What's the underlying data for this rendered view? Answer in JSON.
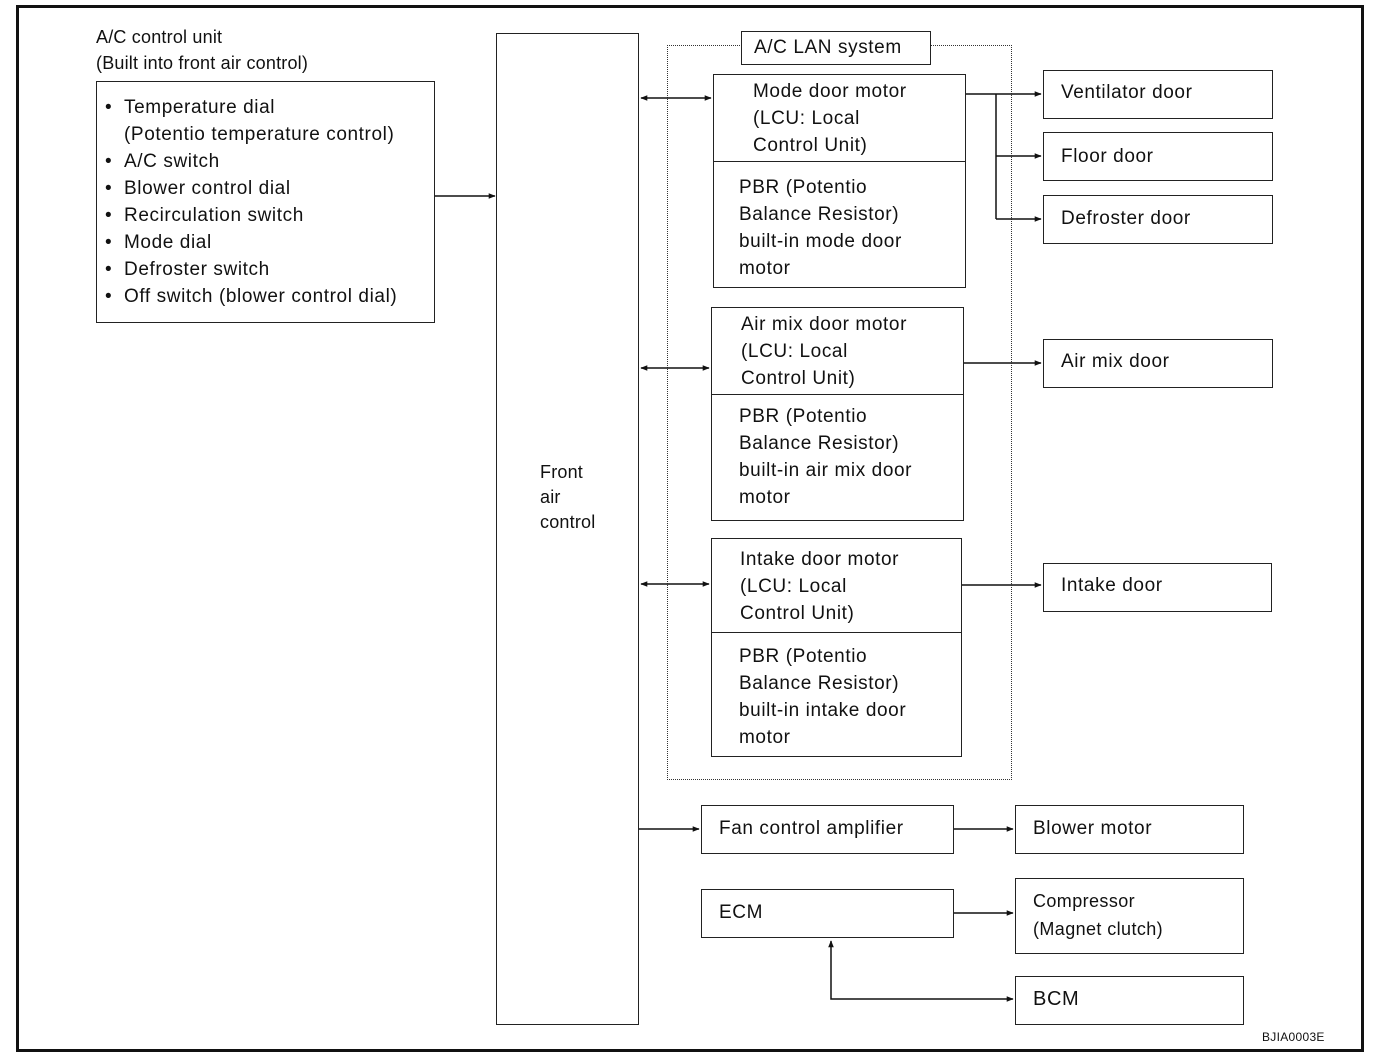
{
  "ac_unit": {
    "title": "A/C control unit\n(Built into front air control)",
    "items": [
      "Temperature dial\n(Potentio temperature control)",
      "A/C switch",
      "Blower control dial",
      "Recirculation switch",
      "Mode dial",
      "Defroster switch",
      "Off switch (blower control dial)"
    ]
  },
  "front_air_control": "Front\nair\ncontrol",
  "lan_system": "A/C LAN system",
  "mode_motor": {
    "lcu": "Mode door motor\n(LCU: Local\nControl Unit)",
    "pbr": "PBR (Potentio\nBalance Resistor)\nbuilt-in mode door\nmotor"
  },
  "airmix_motor": {
    "lcu": "Air mix door motor\n(LCU: Local\nControl Unit)",
    "pbr": "PBR (Potentio\nBalance Resistor)\nbuilt-in air mix door\nmotor"
  },
  "intake_motor": {
    "lcu": "Intake door motor\n(LCU: Local\nControl Unit)",
    "pbr": "PBR (Potentio\nBalance Resistor)\nbuilt-in intake door\nmotor"
  },
  "doors": {
    "ventilator": "Ventilator door",
    "floor": "Floor door",
    "defroster": "Defroster door",
    "airmix": "Air mix door",
    "intake": "Intake door"
  },
  "fan_amp": "Fan control amplifier",
  "blower_motor": "Blower motor",
  "ecm": "ECM",
  "compressor": "Compressor\n(Magnet clutch)",
  "bcm": "BCM",
  "ref_code": "BJIA0003E"
}
